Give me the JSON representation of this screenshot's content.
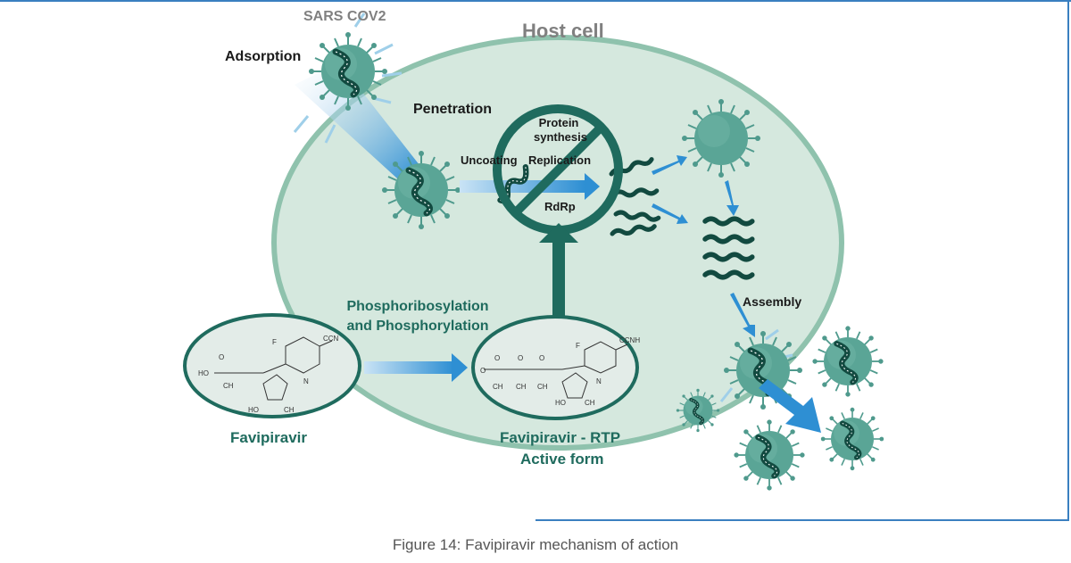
{
  "title_host_cell": "Host cell",
  "virus_label": "SARS COV2",
  "steps": {
    "adsorption": "Adsorption",
    "penetration": "Penetration",
    "uncoating": "Uncoating",
    "replication": "Replication",
    "protein_synthesis": "Protein synthesis",
    "rdrp": "RdRp",
    "assembly": "Assembly",
    "phosphorylation": "Phosphoribosylation and Phosphorylation"
  },
  "drug": {
    "name": "Favipiravir",
    "active_name": "Favipiravir - RTP",
    "active_form": "Active form"
  },
  "caption": "Figure 14: Favipiravir mechanism of action",
  "colors": {
    "cell_fill": "#d5e8de",
    "cell_border": "#8fc2ad",
    "teal": "#1f6b5e",
    "virus": "#4f9a8d",
    "arrow_blue": "#2e8fd3",
    "frame_blue": "#3a7fc0"
  }
}
